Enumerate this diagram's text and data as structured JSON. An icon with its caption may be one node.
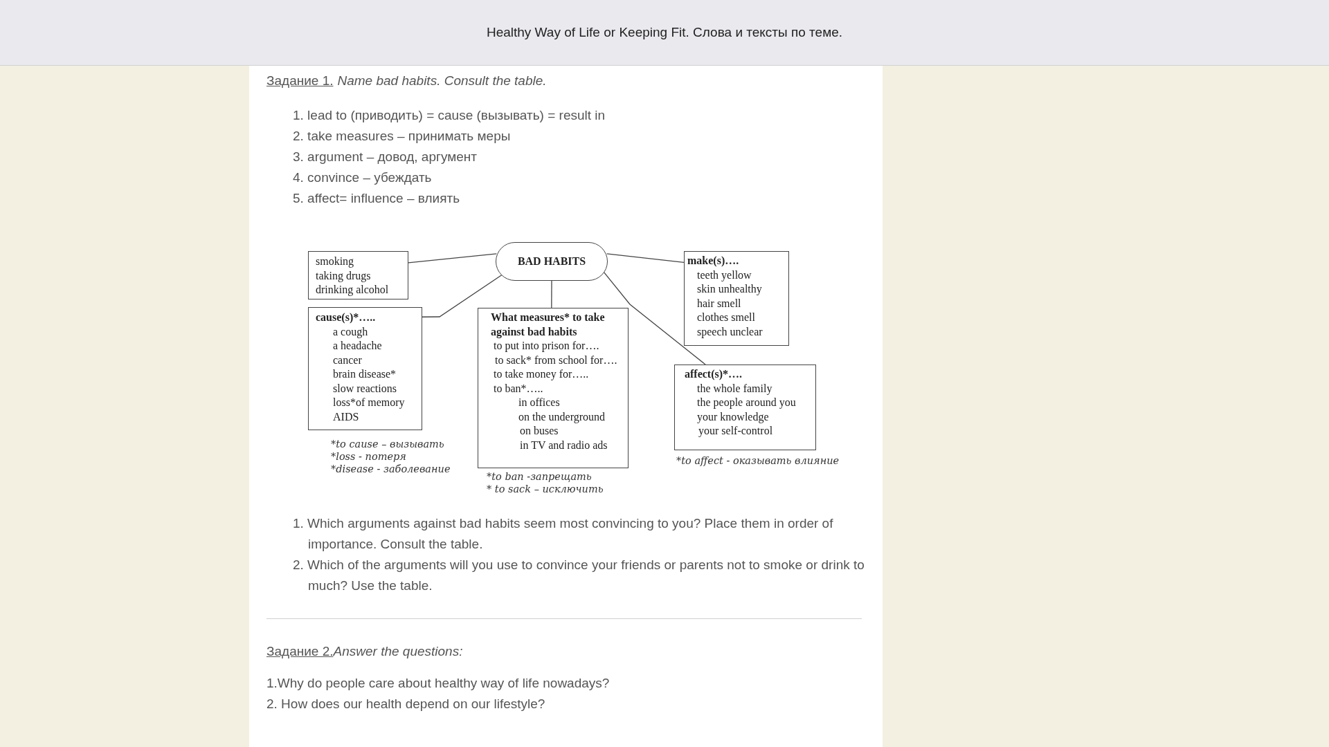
{
  "diagram": {
    "title": "Healthy Way of Life or Keeping Fit. Слова и тексты по теме.",
    "nodes": [
      {
        "text": [
          "BAD HABITS"
        ]
      },
      {
        "text": [
          "smoking",
          "taking drugs",
          "drinking alcohol"
        ]
      },
      {
        "text": [
          "cause(s)*…..",
          "a cough",
          "a headache",
          "cancer",
          "brain disease*",
          "slow reactions",
          "loss*of memory",
          "AIDS"
        ],
        "beside": [
          "*to cause – вызывать",
          "*loss - потеря",
          "*disease - заболевание"
        ]
      },
      {
        "text": [
          "What measures* to take against bad habits",
          "to put into prison for….",
          "to sack* from school for….",
          "to take money for…..",
          "to ban*…..",
          "in offices",
          "on the underground",
          "on buses",
          "in TV and radio ads"
        ],
        "beside": [
          "*to ban -запрещать",
          "* to sack – исключить"
        ]
      },
      {
        "text": [
          "make(s)….",
          "teeth yellow",
          "skin unhealthy",
          "hair smell",
          "clothes smell",
          "speech unclear"
        ]
      },
      {
        "text": [
          "affect(s)*….",
          "the whole family",
          "the people around you",
          "your knowledge",
          "your self-control"
        ],
        "beside": [
          "*to affect - оказывать влияние"
        ]
      }
    ],
    "edges": [
      {
        "from": 0,
        "to": 1,
        "arrow": "none"
      },
      {
        "from": 0,
        "to": 2,
        "arrow": "none"
      },
      {
        "from": 0,
        "to": 3,
        "arrow": "none"
      },
      {
        "from": 0,
        "to": 4,
        "arrow": "none"
      },
      {
        "from": 0,
        "to": 5,
        "arrow": "none"
      }
    ],
    "labels": [
      "Задание 1.",
      "Name bad habits. Consult the table.",
      "1. lead to (приводить) = cause (вызывать) = result in",
      "2. take measures – принимать меры",
      "3. argument – довод, аргумент",
      "4. convince – убеждать",
      "5. affect= influence – влиять",
      "1. Which arguments against bad habits seem most convincing to you? Place them in order of importance. Consult the table.",
      "2. Which of the arguments will you use to convince your friends or parents not to smoke or drink to much? Use the table.",
      "Задание 2.",
      "Answer the questions:",
      "1.Why do people care about healthy way of life nowadays?",
      "2. How does our health depend on our lifestyle?"
    ]
  }
}
